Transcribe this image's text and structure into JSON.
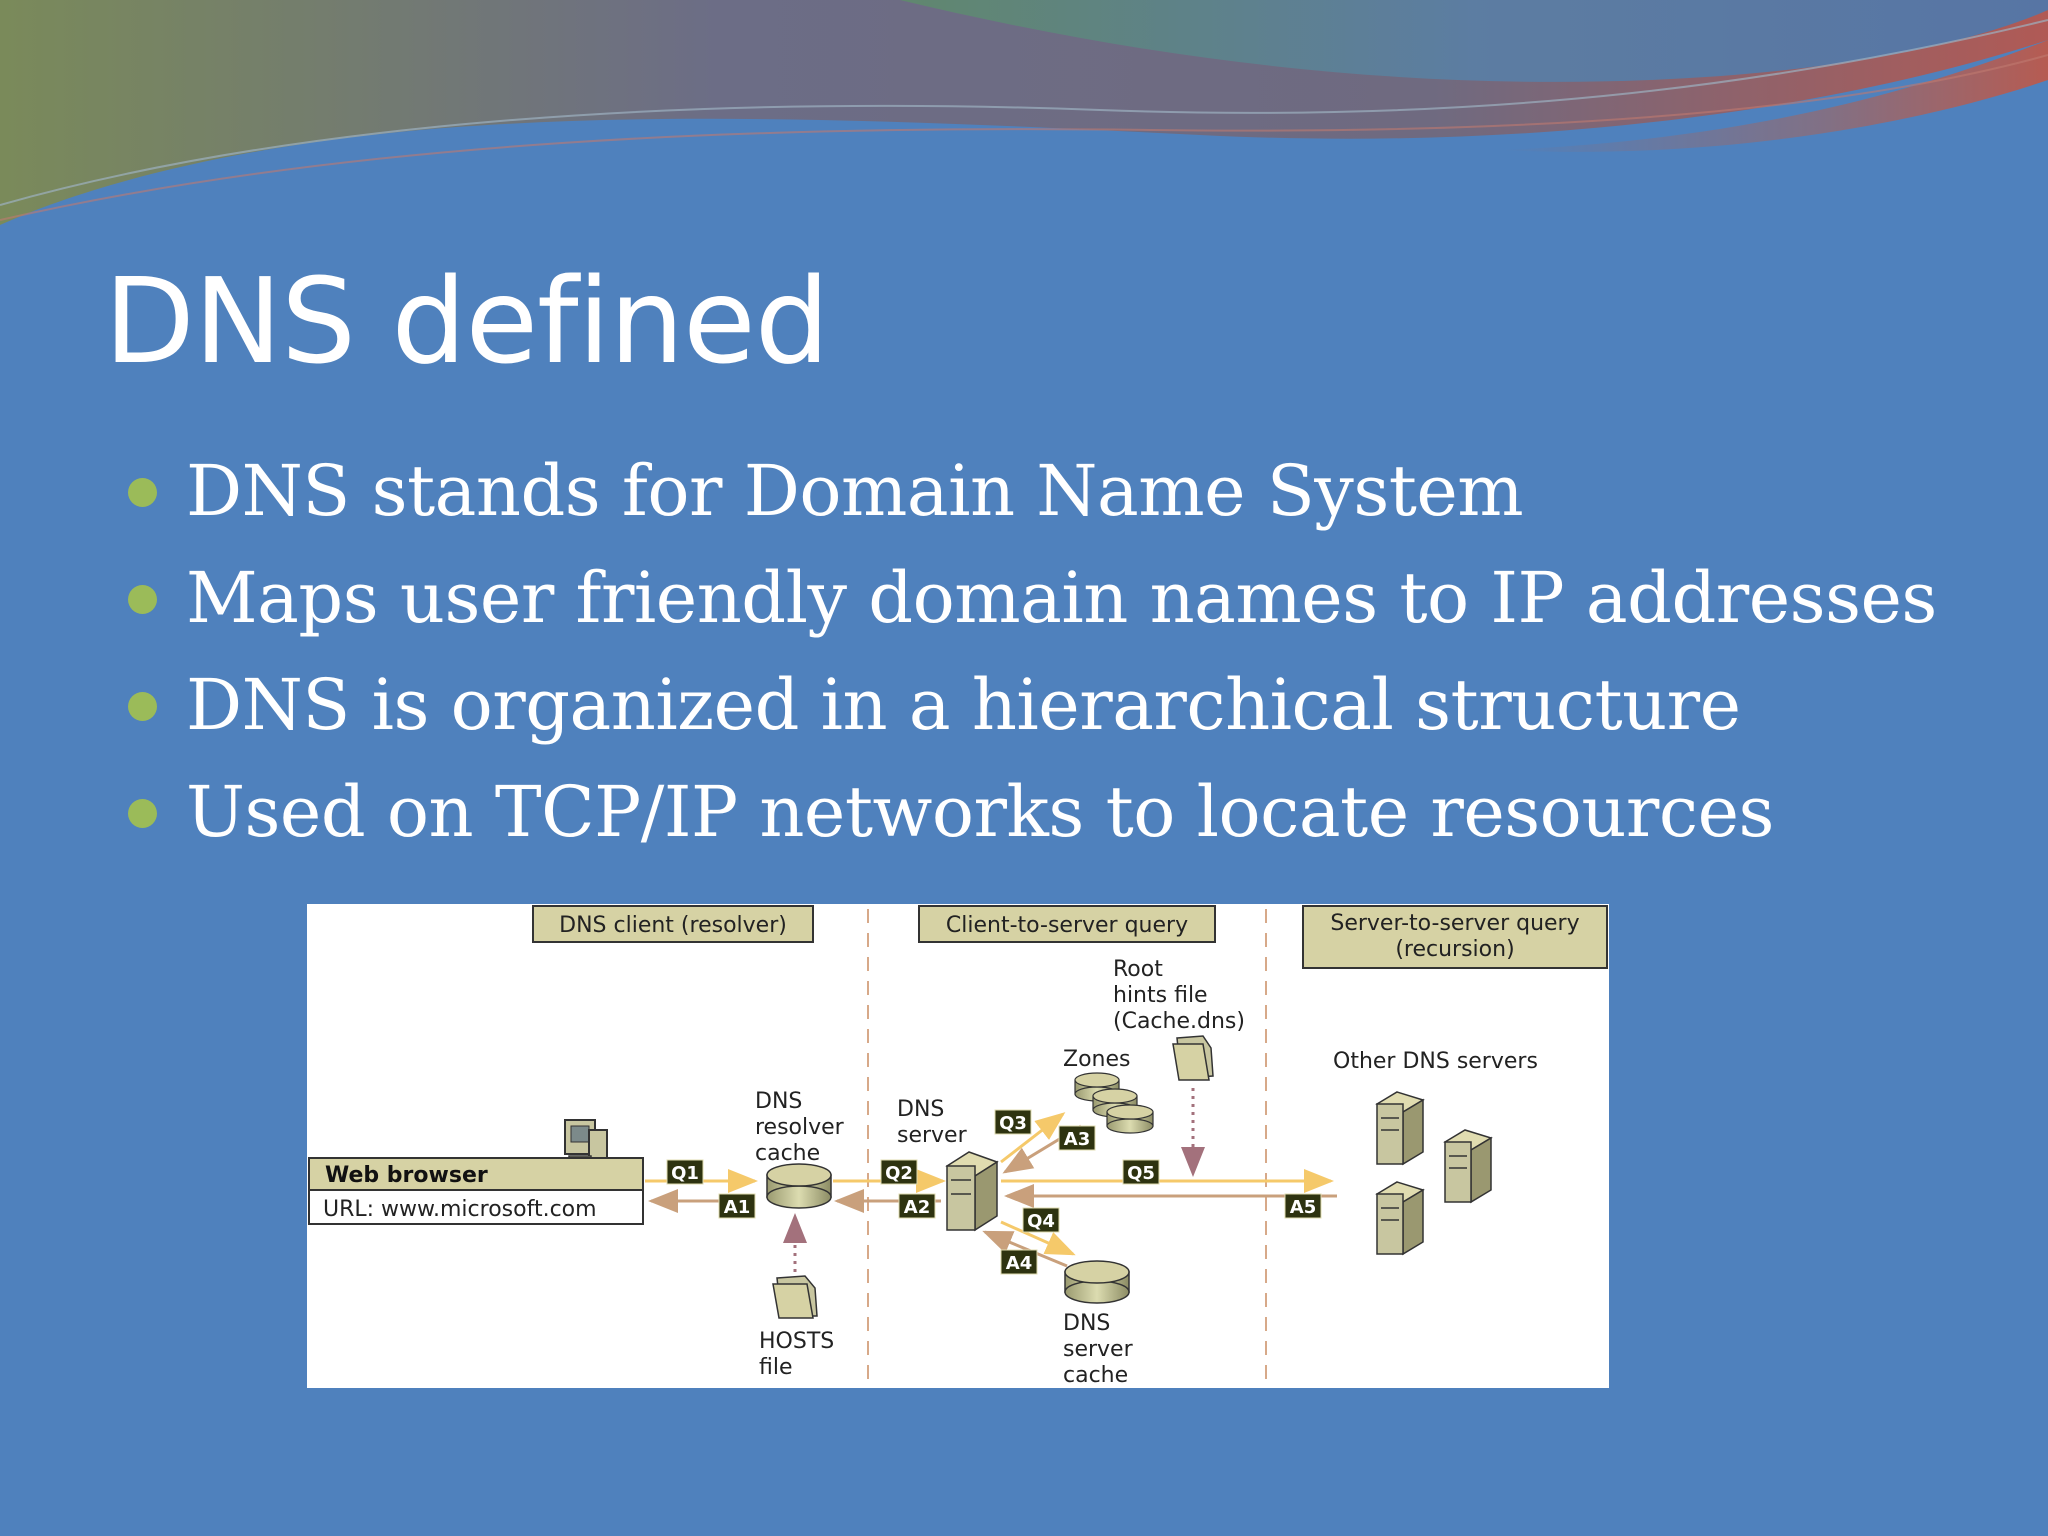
{
  "slide": {
    "title": "DNS defined",
    "bullets": [
      "DNS stands for Domain Name System",
      "Maps user friendly domain names to IP addresses",
      "DNS is organized in a hierarchical structure",
      "Used on TCP/IP networks to locate resources"
    ]
  },
  "diagram": {
    "sections": {
      "client": "DNS client (resolver)",
      "client_to_server": "Client-to-server query",
      "server_to_server_line1": "Server-to-server query",
      "server_to_server_line2": "(recursion)"
    },
    "browser": {
      "label": "Web browser",
      "url": "URL: www.microsoft.com"
    },
    "resolver_cache": [
      "DNS",
      "resolver",
      "cache"
    ],
    "hosts_file": [
      "HOSTS",
      "file"
    ],
    "dns_server": [
      "DNS",
      "server"
    ],
    "root_hints": [
      "Root",
      "hints file",
      "(Cache.dns)"
    ],
    "zones": "Zones",
    "server_cache": [
      "DNS",
      "server",
      "cache"
    ],
    "other_servers": "Other DNS servers",
    "badges": {
      "q1": "Q1",
      "a1": "A1",
      "q2": "Q2",
      "a2": "A2",
      "q3": "Q3",
      "a3": "A3",
      "q4": "Q4",
      "a4": "A4",
      "q5": "Q5",
      "a5": "A5"
    },
    "colors": {
      "panel": "#d6d2a4",
      "badge": "#2e3310",
      "query_arrow": "#f5c96a",
      "answer_arrow": "#c9a07c",
      "divider": "#d7a989"
    }
  }
}
